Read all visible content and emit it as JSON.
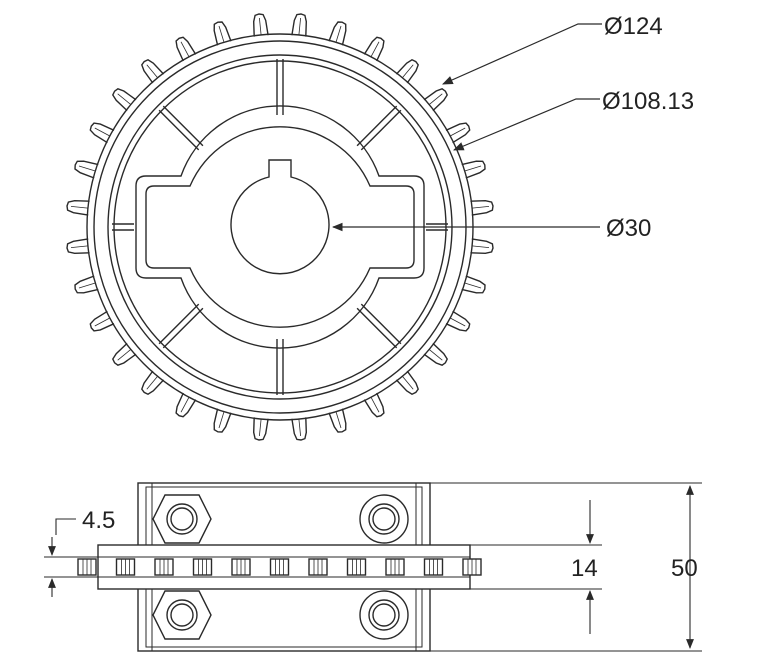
{
  "colors": {
    "line": "#2a2a2a",
    "fine": "#555555",
    "background": "#ffffff"
  },
  "top_view": {
    "tooth_count": 32,
    "slot_count": 8
  },
  "side_view": {
    "hex_nut_count": 2,
    "round_head_count": 2,
    "chain_pin_count": 11
  },
  "dimensions": {
    "outer_diameter": "Ø124",
    "pitch_diameter": "Ø108.13",
    "bore_diameter": "Ø30",
    "plate_thickness": "4.5",
    "hub_offset": "14",
    "total_width": "50"
  }
}
